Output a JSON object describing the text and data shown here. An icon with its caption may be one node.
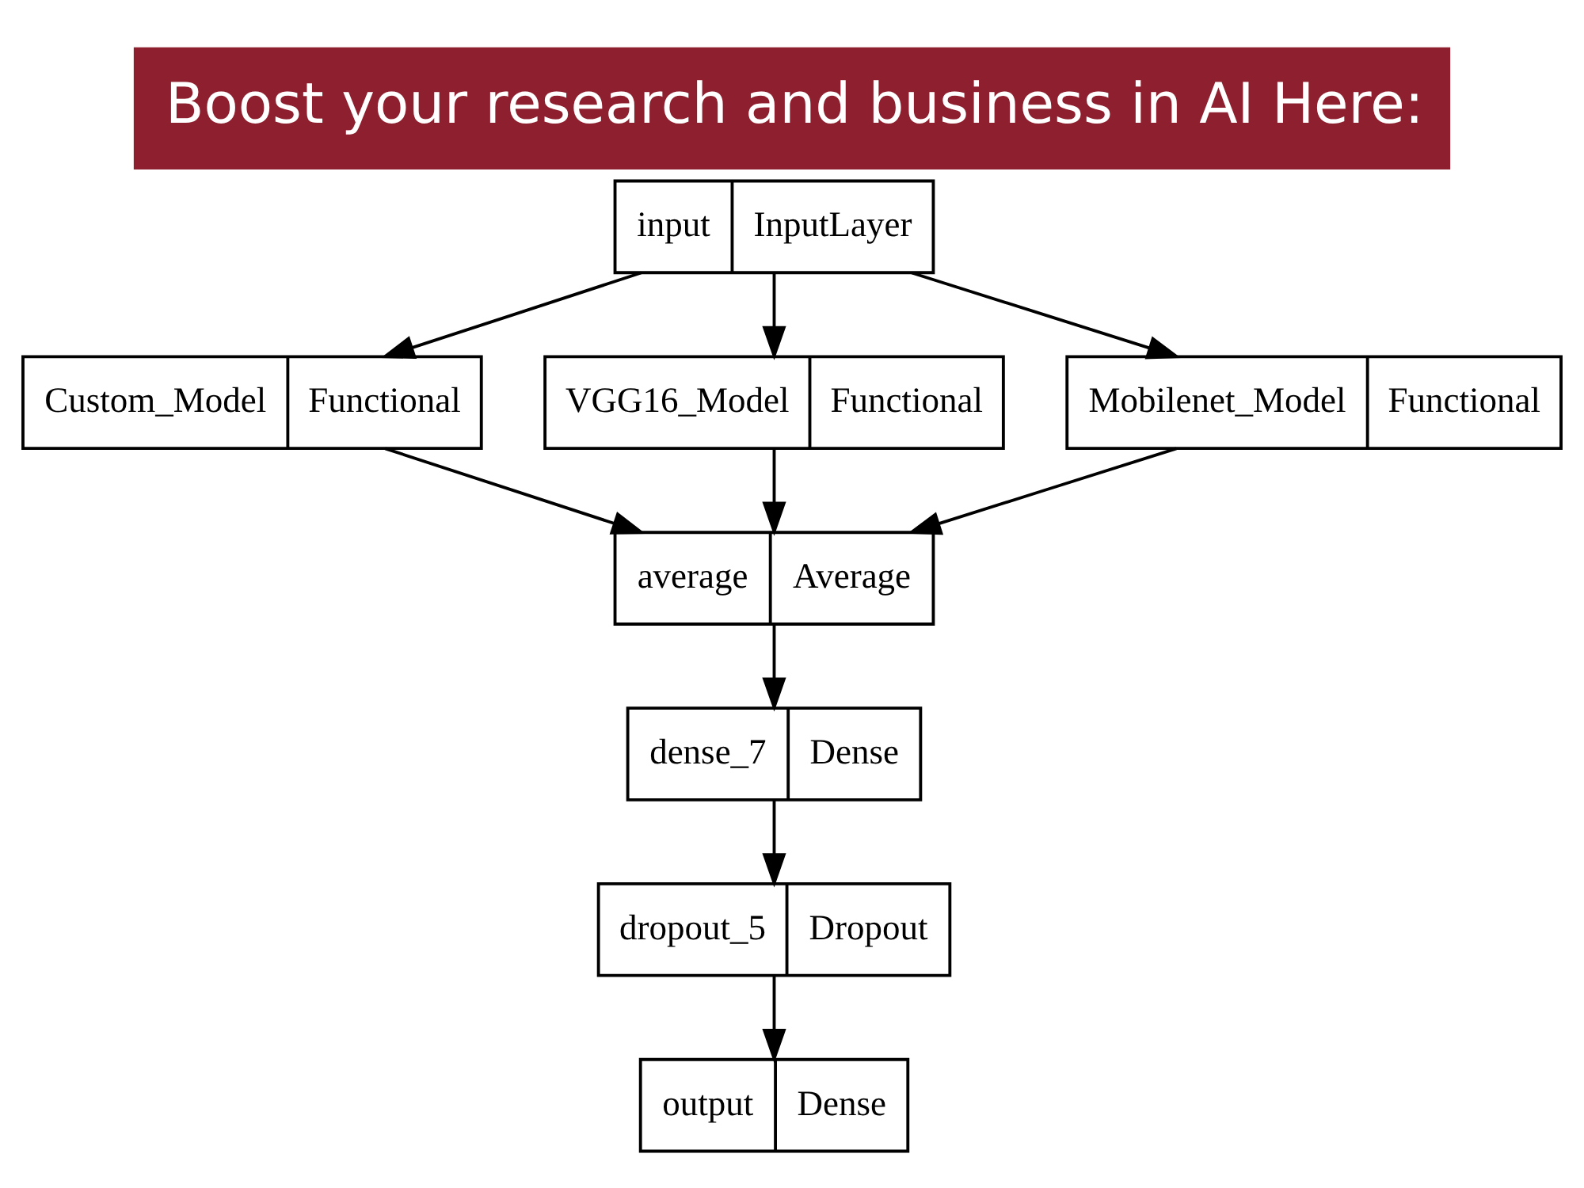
{
  "diagram": {
    "title": "Boost your research and business in AI Here:",
    "nodes": [
      {
        "text": [
          "input",
          "InputLayer"
        ]
      },
      {
        "text": [
          "Custom_Model",
          "Functional"
        ]
      },
      {
        "text": [
          "VGG16_Model",
          "Functional"
        ]
      },
      {
        "text": [
          "Mobilenet_Model",
          "Functional"
        ]
      },
      {
        "text": [
          "average",
          "Average"
        ]
      },
      {
        "text": [
          "dense_7",
          "Dense"
        ]
      },
      {
        "text": [
          "dropout_5",
          "Dropout"
        ]
      },
      {
        "text": [
          "output",
          "Dense"
        ]
      }
    ],
    "edges": [
      {
        "from": 0,
        "to": 1,
        "arrow": "to"
      },
      {
        "from": 0,
        "to": 2,
        "arrow": "to"
      },
      {
        "from": 0,
        "to": 3,
        "arrow": "to"
      },
      {
        "from": 1,
        "to": 4,
        "arrow": "to"
      },
      {
        "from": 2,
        "to": 4,
        "arrow": "to"
      },
      {
        "from": 3,
        "to": 4,
        "arrow": "to"
      },
      {
        "from": 4,
        "to": 5,
        "arrow": "to"
      },
      {
        "from": 5,
        "to": 6,
        "arrow": "to"
      },
      {
        "from": 6,
        "to": 7,
        "arrow": "to"
      }
    ]
  }
}
